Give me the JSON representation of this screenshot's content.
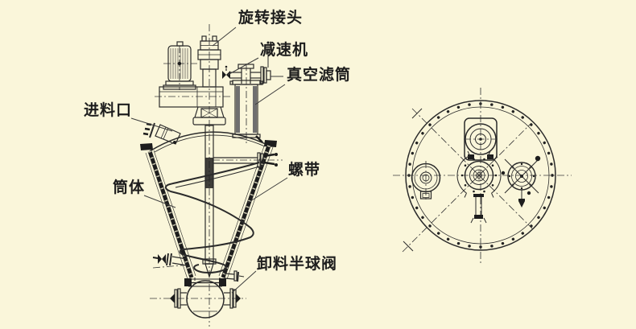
{
  "canvas": {
    "background_color": "#faf6da",
    "line_color": "#2b2b2b",
    "text_color": "#1d1d1d"
  },
  "labels": {
    "rotary_joint": "旋转接头",
    "reducer": "减速机",
    "vacuum_filter": "真空滤筒",
    "feed_inlet": "进料口",
    "barrel": "筒体",
    "ribbon": "螺带",
    "discharge_valve": "卸料半球阀"
  }
}
